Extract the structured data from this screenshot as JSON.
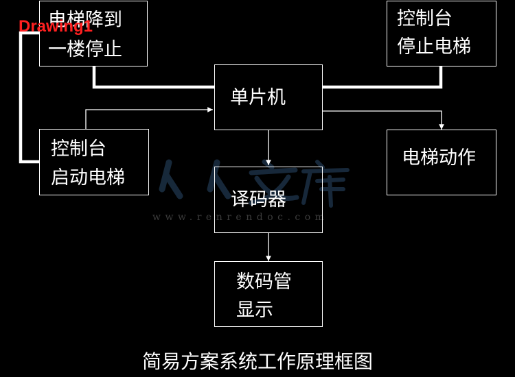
{
  "nodes": {
    "descend": [
      "电梯降到",
      "一楼停止"
    ],
    "console_stop": [
      "控制台",
      "停止电梯"
    ],
    "mcu": "单片机",
    "console_start": [
      "控制台",
      "启动电梯"
    ],
    "elevator_action": "电梯动作",
    "decoder": "译码器",
    "display": [
      "数码管",
      "显示"
    ]
  },
  "caption": "简易方案系统工作原理框图",
  "overlay_label": "Drawing1",
  "watermark": {
    "text": "人人文库",
    "url": "www.renrendoc.com"
  },
  "colors": {
    "background": "#000000",
    "foreground": "#ffffff",
    "overlay_label": "#ff2020",
    "watermark": "#2a3a4a"
  }
}
